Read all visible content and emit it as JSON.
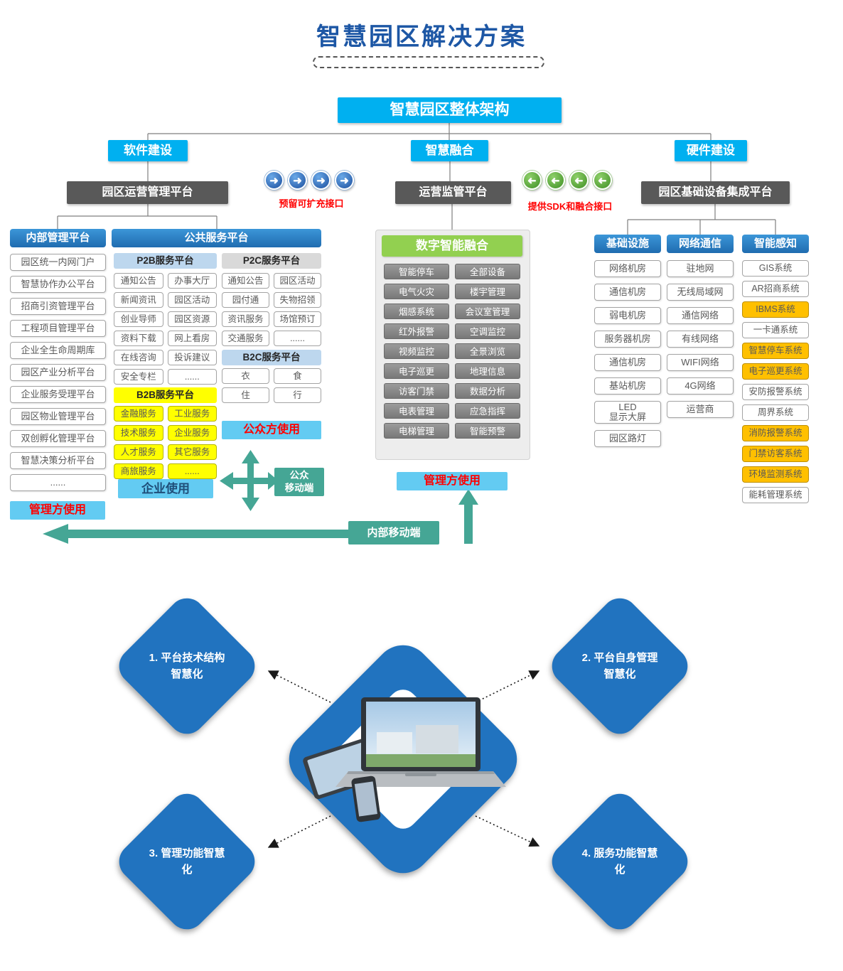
{
  "title": "智慧园区解决方案",
  "root_box": "智慧园区整体架构",
  "branches": {
    "software": "软件建设",
    "fusion": "智慧融合",
    "hardware": "硬件建设"
  },
  "level3": {
    "software": "园区运营管理平台",
    "fusion": "运营监管平台",
    "hardware": "园区基础设备集成平台"
  },
  "interfaces": {
    "expand_label": "预留可扩充接口",
    "sdk_label": "提供SDK和融合接口"
  },
  "icons": {
    "arrow": "➜"
  },
  "internal_platform": {
    "title": "内部管理平台",
    "items": [
      "园区统一内网门户",
      "智慧协作办公平台",
      "招商引资管理平台",
      "工程项目管理平台",
      "企业全生命周期库",
      "园区产业分析平台",
      "企业服务受理平台",
      "园区物业管理平台",
      "双创孵化管理平台",
      "智慧决策分析平台",
      "......"
    ]
  },
  "public_platform": {
    "title": "公共服务平台",
    "p2b": {
      "title": "P2B服务平台",
      "rows": [
        [
          "通知公告",
          "办事大厅"
        ],
        [
          "新闻资讯",
          "园区活动"
        ],
        [
          "创业导师",
          "园区资源"
        ],
        [
          "资料下载",
          "网上看房"
        ],
        [
          "在线咨询",
          "投诉建议"
        ],
        [
          "安全专栏",
          "......"
        ]
      ]
    },
    "b2b": {
      "title": "B2B服务平台",
      "rows": [
        [
          "金融服务",
          "工业服务"
        ],
        [
          "技术服务",
          "企业服务"
        ],
        [
          "人才服务",
          "其它服务"
        ],
        [
          "商旅服务",
          "......"
        ]
      ]
    },
    "p2c": {
      "title": "P2C服务平台",
      "rows": [
        [
          "通知公告",
          "园区活动"
        ],
        [
          "园付通",
          "失物招领"
        ],
        [
          "资讯服务",
          "场馆预订"
        ],
        [
          "交通服务",
          "......"
        ]
      ]
    },
    "b2c": {
      "title": "B2C服务平台",
      "rows": [
        [
          "衣",
          "食"
        ],
        [
          "住",
          "行"
        ]
      ]
    }
  },
  "fusion_panel": {
    "title": "数字智能融合",
    "rows": [
      [
        "智能停车",
        "全部设备"
      ],
      [
        "电气火灾",
        "楼宇管理"
      ],
      [
        "烟感系统",
        "会议室管理"
      ],
      [
        "红外报警",
        "空调监控"
      ],
      [
        "视频监控",
        "全景浏览"
      ],
      [
        "电子巡更",
        "地理信息"
      ],
      [
        "访客门禁",
        "数据分析"
      ],
      [
        "电表管理",
        "应急指挥"
      ],
      [
        "电梯管理",
        "智能预警"
      ]
    ]
  },
  "hardware_panel": {
    "columns": [
      {
        "title": "基础设施",
        "items": [
          "网络机房",
          "通信机房",
          "弱电机房",
          "服务器机房",
          "通信机房",
          "基站机房",
          "LED\n显示大屏",
          "园区路灯"
        ]
      },
      {
        "title": "网络通信",
        "items": [
          "驻地网",
          "无线局域网",
          "通信网络",
          "有线网络",
          "WIFI网络",
          "4G网络",
          "运营商"
        ]
      },
      {
        "title": "智能感知",
        "items": [
          "GIS系统",
          "AR招商系统",
          "IBMS系统",
          "一卡通系统",
          "智慧停车系统",
          "电子巡更系统",
          "安防报警系统",
          "周界系统",
          "消防报警系统",
          "门禁访客系统",
          "环境监测系统",
          "能耗管理系统"
        ]
      }
    ]
  },
  "usage": {
    "manager_left": "管理方使用",
    "enterprise": "企业使用",
    "public": "公众方使用",
    "manager_mid": "管理方使用"
  },
  "mobile": {
    "public": "公众\n移动端",
    "internal": "内部移动端"
  },
  "bottom": {
    "diamonds": [
      "1. 平台技术结构智慧化",
      "2. 平台自身管理智慧化",
      "3. 管理功能智慧化",
      "4. 服务功能智慧化"
    ]
  },
  "colors": {
    "cyan": "#00b0f0",
    "dark_gray": "#595959",
    "blue_header": "#2b7fc4",
    "green": "#92d050",
    "yellow": "#ffff00",
    "orange": "#ffc000",
    "light_cyan": "#63cbf2",
    "teal": "#45a695",
    "red_text": "#ff0000",
    "diamond_blue": "#2173bf",
    "title_blue": "#1d57a5"
  }
}
